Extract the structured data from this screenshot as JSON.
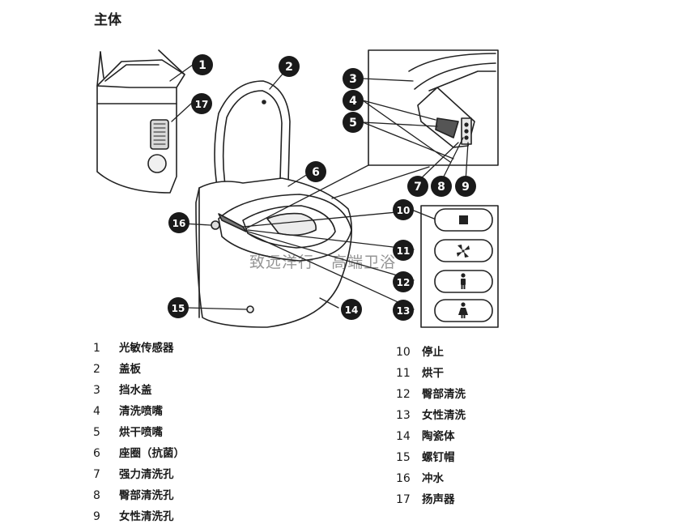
{
  "title": "主体",
  "watermark": "致远洋行   高端卫浴",
  "legend_left": [
    {
      "num": "1",
      "label": "光敏传感器"
    },
    {
      "num": "2",
      "label": "盖板"
    },
    {
      "num": "3",
      "label": "挡水盖"
    },
    {
      "num": "4",
      "label": "清洗喷嘴"
    },
    {
      "num": "5",
      "label": "烘干喷嘴"
    },
    {
      "num": "6",
      "label": "座圈（抗菌）"
    },
    {
      "num": "7",
      "label": "强力清洗孔"
    },
    {
      "num": "8",
      "label": "臀部清洗孔"
    },
    {
      "num": "9",
      "label": "女性清洗孔"
    }
  ],
  "legend_right": [
    {
      "num": "10",
      "label": "停止"
    },
    {
      "num": "11",
      "label": "烘干"
    },
    {
      "num": "12",
      "label": "臀部清洗"
    },
    {
      "num": "13",
      "label": "女性清洗"
    },
    {
      "num": "14",
      "label": "陶瓷体"
    },
    {
      "num": "15",
      "label": "螺钉帽"
    },
    {
      "num": "16",
      "label": "冲水"
    },
    {
      "num": "17",
      "label": "扬声器"
    }
  ],
  "callouts": [
    "1",
    "2",
    "3",
    "4",
    "5",
    "6",
    "7",
    "8",
    "9",
    "10",
    "11",
    "12",
    "13",
    "14",
    "15",
    "16",
    "17"
  ],
  "buttons": [
    {
      "num": "10",
      "icon": "stop-square-icon"
    },
    {
      "num": "11",
      "icon": "fan-icon"
    },
    {
      "num": "12",
      "icon": "person-icon"
    },
    {
      "num": "13",
      "icon": "woman-icon"
    }
  ]
}
